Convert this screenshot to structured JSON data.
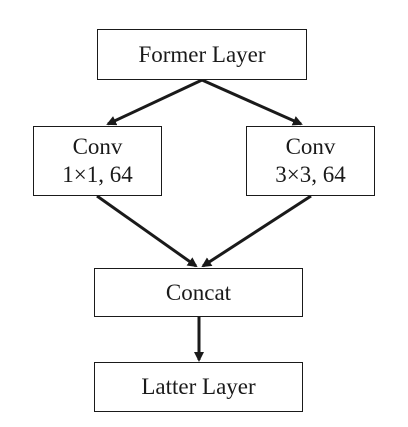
{
  "diagram": {
    "nodes": {
      "former": {
        "label": "Former Layer"
      },
      "conv1": {
        "title": "Conv",
        "params": "1×1, 64"
      },
      "conv3": {
        "title": "Conv",
        "params": "3×3, 64"
      },
      "concat": {
        "label": "Concat"
      },
      "latter": {
        "label": "Latter Layer"
      }
    },
    "edges": [
      {
        "from": "former",
        "to": "conv1"
      },
      {
        "from": "former",
        "to": "conv3"
      },
      {
        "from": "conv1",
        "to": "concat"
      },
      {
        "from": "conv3",
        "to": "concat"
      },
      {
        "from": "concat",
        "to": "latter"
      }
    ],
    "colors": {
      "stroke": "#1a1a1a",
      "background": "#ffffff"
    }
  }
}
